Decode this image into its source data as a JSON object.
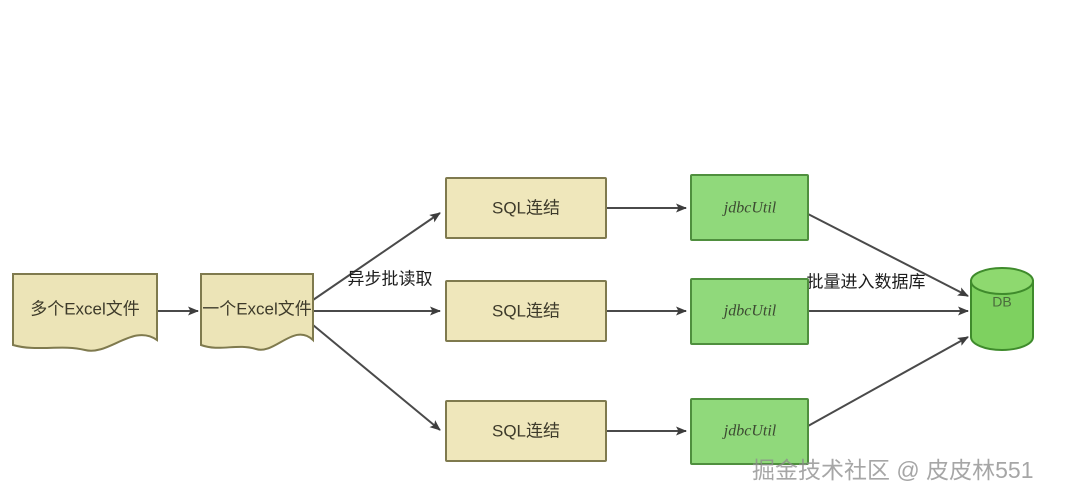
{
  "diagram": {
    "title": "Excel batch import flow",
    "background_color": "#ffffff",
    "nodes": {
      "source_files": {
        "label": "多个Excel文件",
        "shape": "document",
        "fill": "#ece4b7",
        "stroke": "#7f7a4e"
      },
      "single_file": {
        "label": "一个Excel文件",
        "shape": "document",
        "fill": "#ece4b7",
        "stroke": "#7f7a4e"
      },
      "sql_top": {
        "label": "SQL连结",
        "shape": "rect",
        "fill": "#efe7bb",
        "stroke": "#7f7a4e"
      },
      "sql_mid": {
        "label": "SQL连结",
        "shape": "rect",
        "fill": "#efe7bb",
        "stroke": "#7f7a4e"
      },
      "sql_bottom": {
        "label": "SQL连结",
        "shape": "rect",
        "fill": "#efe7bb",
        "stroke": "#7f7a4e"
      },
      "jdbc_top": {
        "label": "jdbcUtil",
        "shape": "rect",
        "fill": "#90d97b",
        "stroke": "#4f8f3e"
      },
      "jdbc_mid": {
        "label": "jdbcUtil",
        "shape": "rect",
        "fill": "#90d97b",
        "stroke": "#4f8f3e"
      },
      "jdbc_bottom": {
        "label": "jdbcUtil",
        "shape": "rect",
        "fill": "#90d97b",
        "stroke": "#4f8f3e"
      },
      "database": {
        "label": "DB",
        "shape": "cylinder",
        "fill": "#7ed160",
        "stroke": "#3f8b2c"
      }
    },
    "edge_labels": {
      "async_batch_read": "异步批读取",
      "batch_into_db": "批量进入数据库"
    },
    "edge_color": "#4a4a4a"
  },
  "watermark": {
    "text": "掘金技术社区 @ 皮皮林551",
    "color": "#8e8e8e"
  }
}
